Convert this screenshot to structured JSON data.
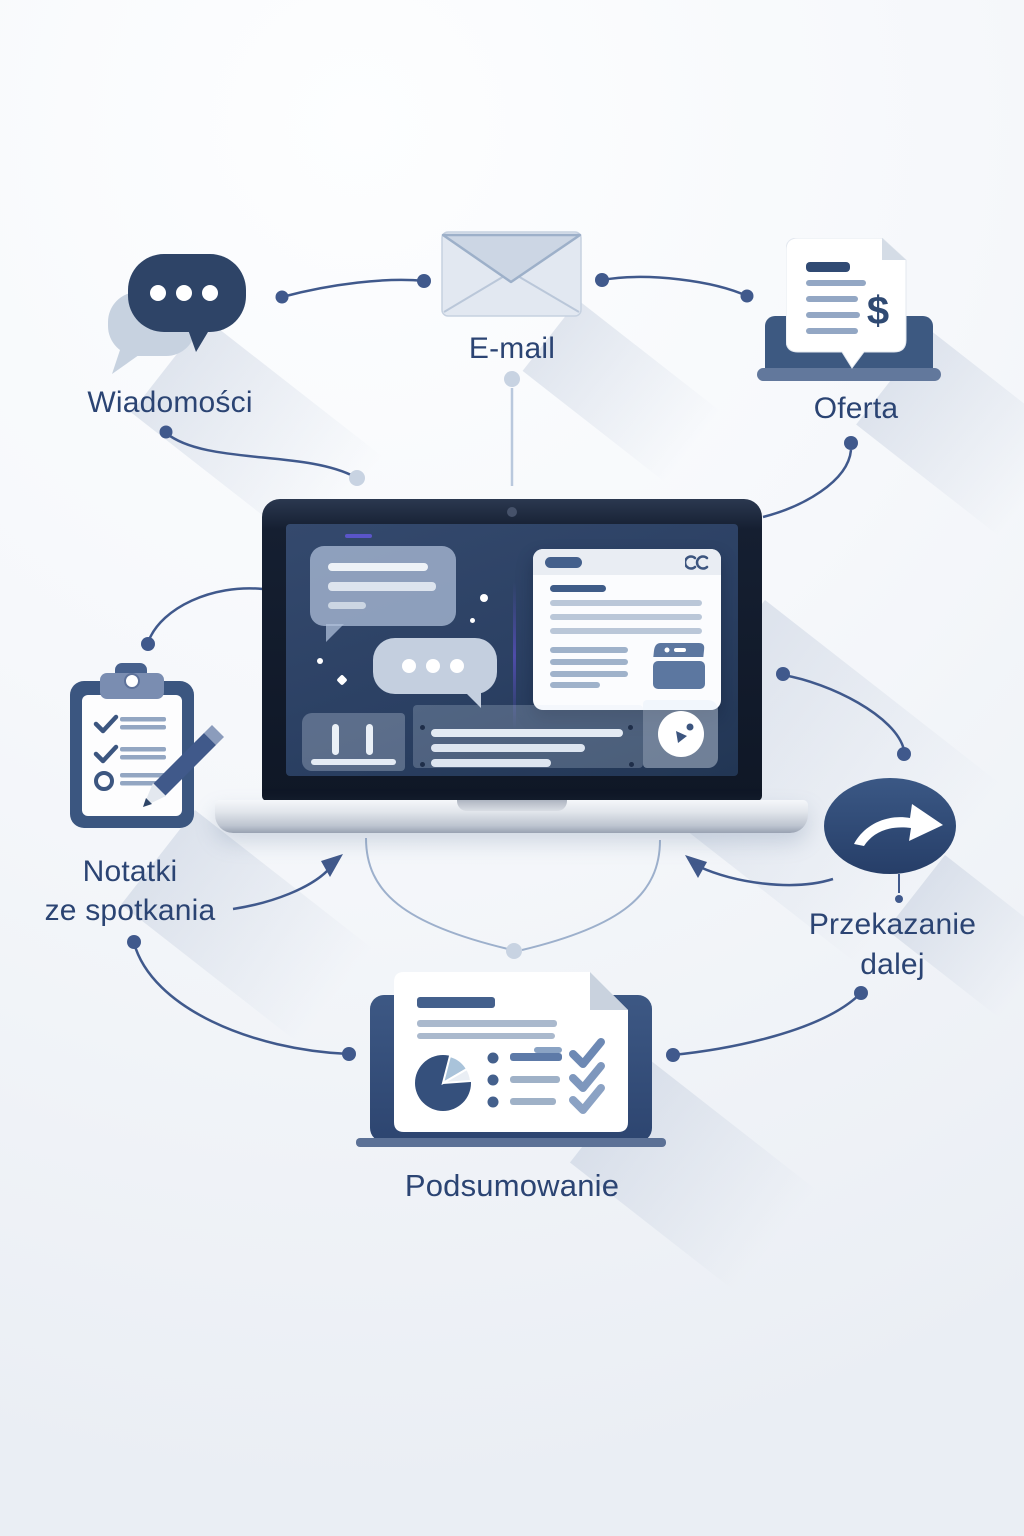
{
  "diagram": {
    "background": {
      "top_color": "#fdfeff",
      "bottom_color": "#eaeef4"
    },
    "palette": {
      "navy": "#2e4569",
      "navy_dark": "#24365a",
      "connector": "#40598c",
      "connector_light": "#9db0cc",
      "label_text": "#2b4473",
      "light_blue": "#c7d2e2",
      "panel_white": "#fbfcfe",
      "screen_blue": "#2b4063"
    },
    "nodes": {
      "wiadomosci": {
        "label": "Wiadomości",
        "icon": "chat-bubbles-icon"
      },
      "email": {
        "label": "E-mail",
        "icon": "envelope-icon"
      },
      "oferta": {
        "label": "Oferta",
        "icon": "price-document-icon",
        "currency_symbol": "$"
      },
      "laptop": {
        "icon": "laptop-icon"
      },
      "notatki": {
        "label_line1": "Notatki",
        "label_line2": "ze spotkania",
        "icon": "clipboard-checklist-pencil-icon"
      },
      "przekazanie": {
        "label_line1": "Przekazanie",
        "label_line2": "dalej",
        "icon": "forward-arrow-icon"
      },
      "podsumowanie": {
        "label": "Podsumowanie",
        "icon": "report-pie-checklist-icon"
      }
    },
    "edges": [
      {
        "from": "wiadomosci",
        "to": "email",
        "style": "dot-dot"
      },
      {
        "from": "email",
        "to": "oferta",
        "style": "dot-dot"
      },
      {
        "from": "wiadomosci",
        "to": "laptop",
        "style": "dot-dot"
      },
      {
        "from": "email",
        "to": "laptop",
        "style": "light-line"
      },
      {
        "from": "oferta",
        "to": "laptop",
        "style": "dot-line"
      },
      {
        "from": "laptop",
        "to": "notatki",
        "style": "line-dot"
      },
      {
        "from": "laptop",
        "to": "przekazanie",
        "style": "dot-dot"
      },
      {
        "from": "notatki",
        "to": "laptop",
        "style": "arrow"
      },
      {
        "from": "przekazanie",
        "to": "laptop",
        "style": "arrow"
      },
      {
        "from": "laptop",
        "to": "podsumowanie",
        "style": "brace-light"
      },
      {
        "from": "notatki",
        "to": "podsumowanie",
        "style": "dot-dot"
      },
      {
        "from": "podsumowanie",
        "to": "przekazanie",
        "style": "dot-dot"
      }
    ]
  }
}
